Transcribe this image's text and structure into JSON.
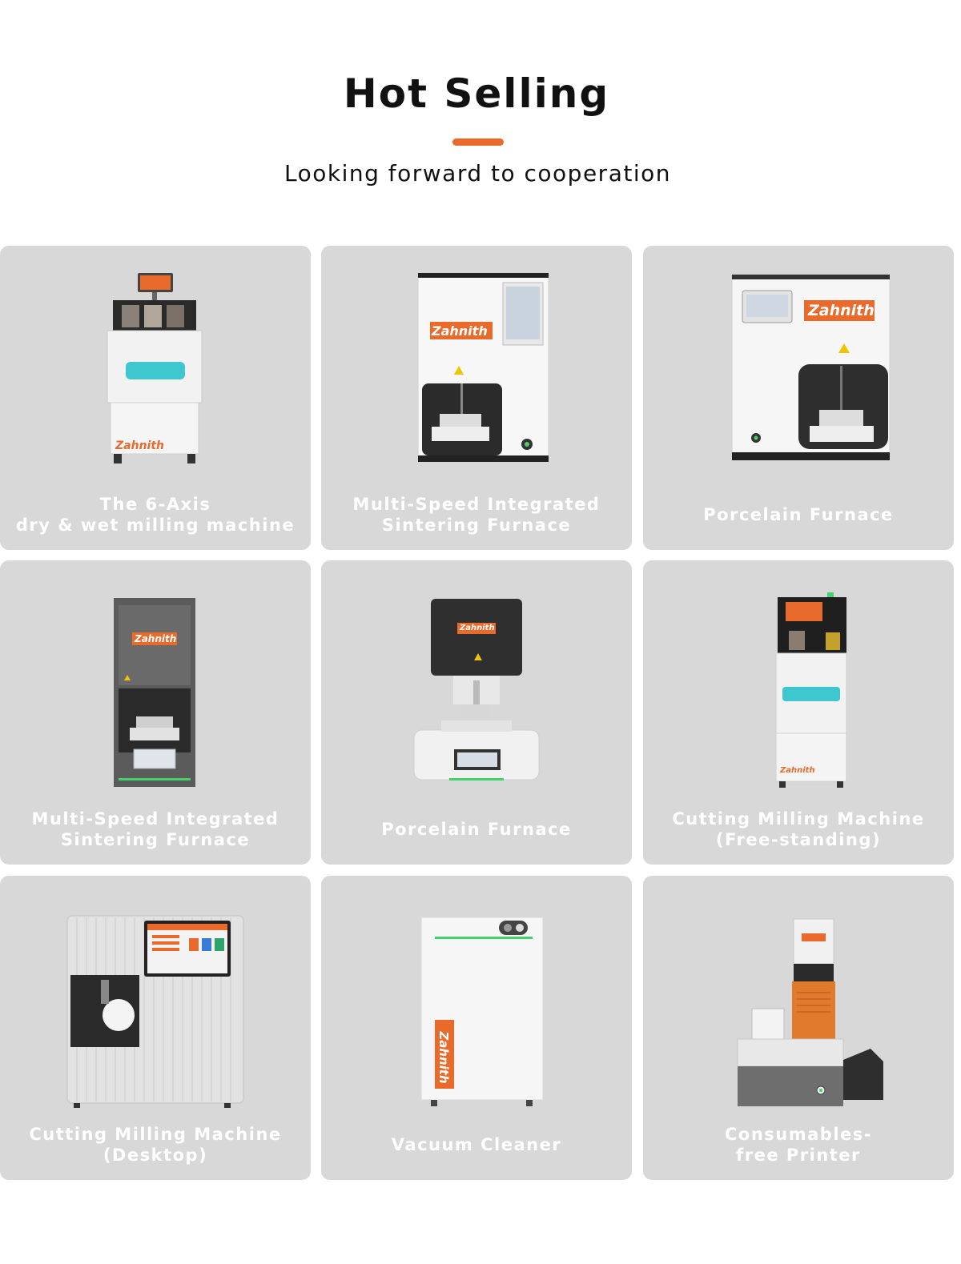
{
  "header": {
    "title": "Hot Selling",
    "subtitle": "Looking forward to cooperation",
    "accent_color": "#ea6a2c"
  },
  "brand": {
    "name": "Zahnith",
    "color": "#ea6a2c"
  },
  "products": [
    {
      "label": "The 6-Axis\ndry & wet milling machine",
      "icon": "milling-machine-6-axis-image"
    },
    {
      "label": "Multi-Speed Integrated\nSintering Furnace",
      "icon": "sintering-furnace-white-image"
    },
    {
      "label": "Porcelain Furnace",
      "icon": "porcelain-furnace-white-image"
    },
    {
      "label": "Multi-Speed Integrated\nSintering Furnace",
      "icon": "sintering-furnace-dark-image"
    },
    {
      "label": "Porcelain Furnace",
      "icon": "porcelain-furnace-dark-image"
    },
    {
      "label": "Cutting Milling Machine\n(Free-standing)",
      "icon": "milling-machine-freestanding-image"
    },
    {
      "label": "Cutting Milling Machine\n(Desktop)",
      "icon": "milling-machine-desktop-image"
    },
    {
      "label": "Vacuum Cleaner",
      "icon": "vacuum-cleaner-image"
    },
    {
      "label": "Consumables-\nfree Printer",
      "icon": "printer-image"
    }
  ]
}
